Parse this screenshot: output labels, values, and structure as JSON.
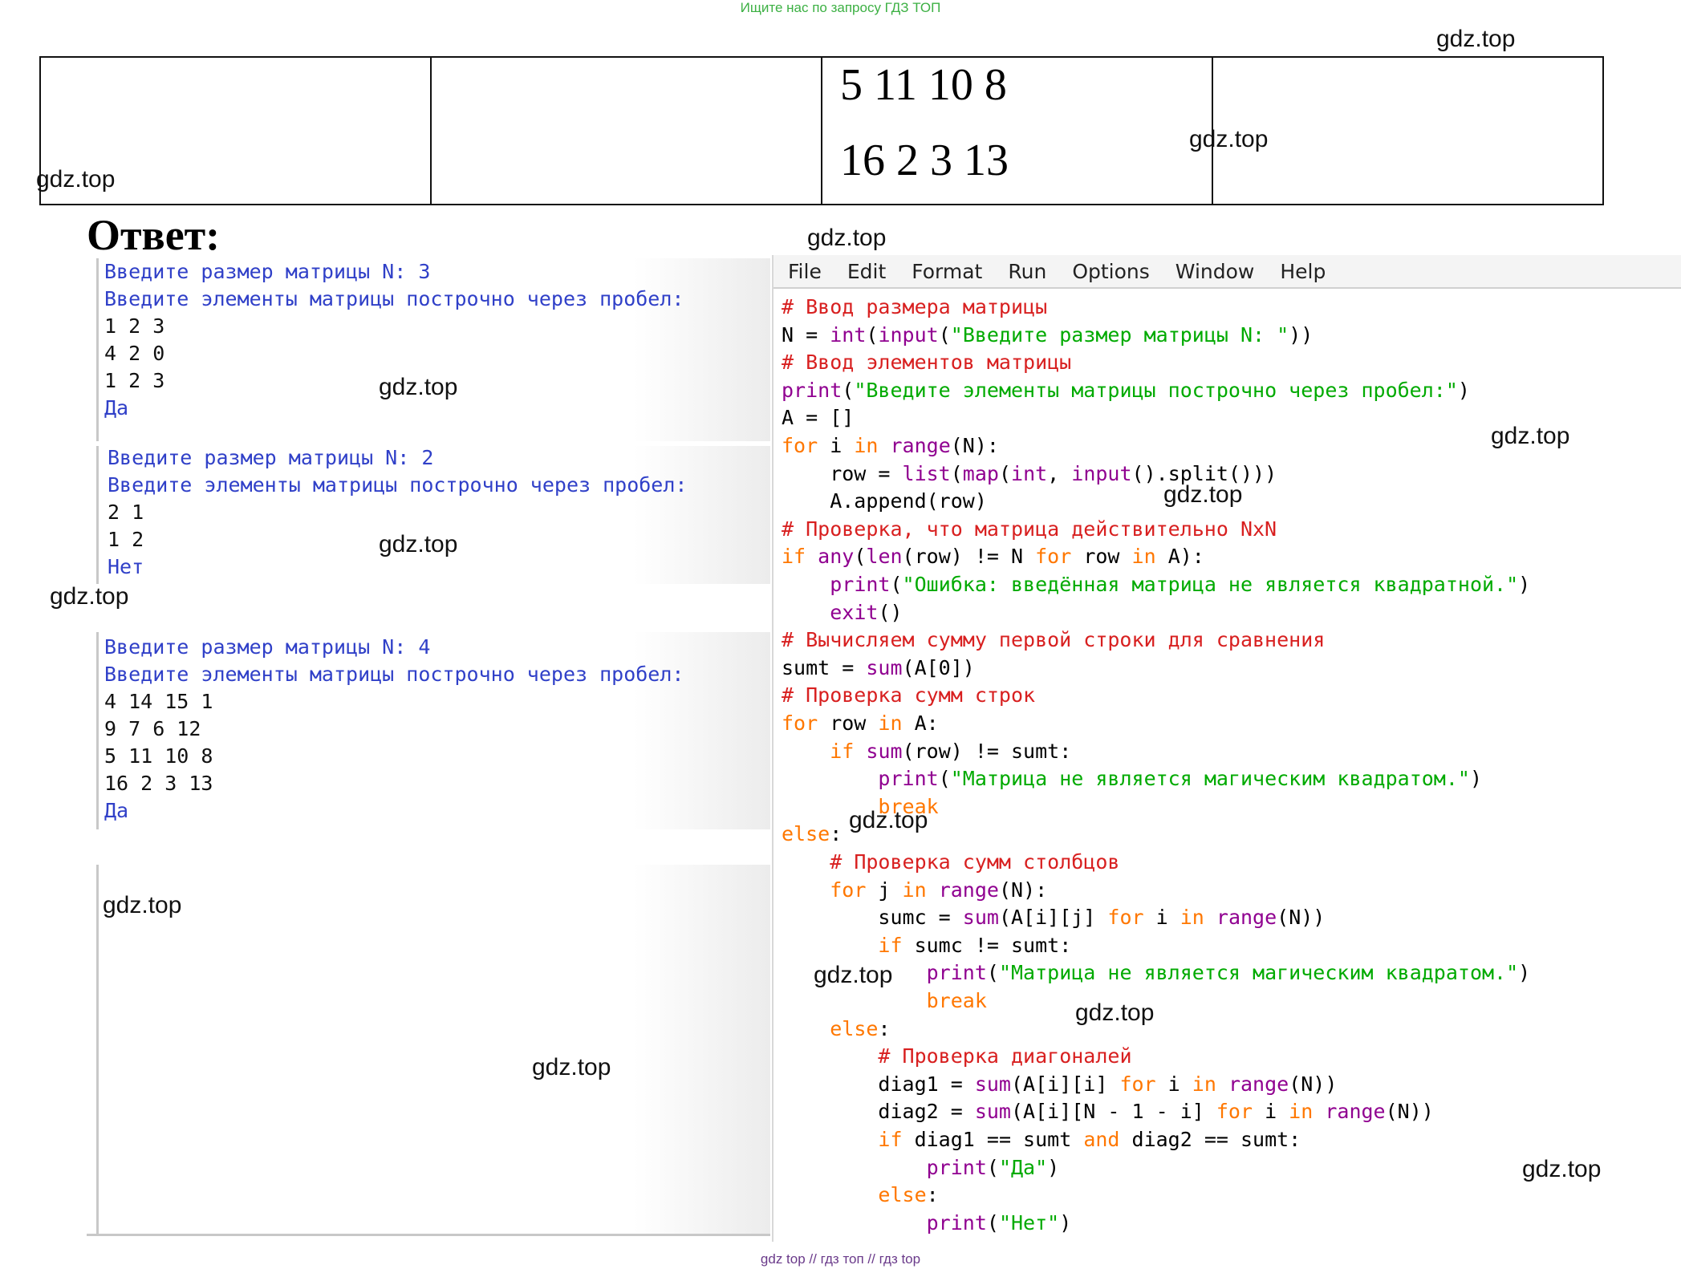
{
  "banner": "Ищите нас по запросу ГДЗ ТОП",
  "footer": "gdz top // гдз топ // гдз top",
  "watermark": "gdz.top",
  "table": {
    "cell3_lines": [
      "5 11 10 8",
      "16 2 3 13"
    ]
  },
  "answer_heading": "Ответ:",
  "shell_runs": [
    {
      "prompt_n": "Введите размер матрицы N: 3",
      "prompt_rows": "Введите элементы матрицы построчно через пробел:",
      "rows": [
        "1 2 3",
        "4 2 0",
        "1 2 3"
      ],
      "result": "Да"
    },
    {
      "prompt_n": "Введите размер матрицы N: 2",
      "prompt_rows": "Введите элементы матрицы построчно через пробел:",
      "rows": [
        "2 1",
        "1 2"
      ],
      "result": "Нет"
    },
    {
      "prompt_n": "Введите размер матрицы N: 4",
      "prompt_rows": "Введите элементы матрицы построчно через пробел:",
      "rows": [
        "4 14 15 1",
        "9 7 6 12",
        "5 11 10 8",
        "16 2 3 13"
      ],
      "result": "Да"
    }
  ],
  "editor": {
    "menu": [
      "File",
      "Edit",
      "Format",
      "Run",
      "Options",
      "Window",
      "Help"
    ],
    "code": [
      [
        [
          "cm",
          "# Ввод размера матрицы"
        ]
      ],
      [
        [
          "df",
          "N = "
        ],
        [
          "bi",
          "int"
        ],
        [
          "df",
          "("
        ],
        [
          "bi",
          "input"
        ],
        [
          "df",
          "("
        ],
        [
          "st",
          "\"Введите размер матрицы N: \""
        ],
        [
          "df",
          "))"
        ]
      ],
      [
        [
          "cm",
          "# Ввод элементов матрицы"
        ]
      ],
      [
        [
          "bi",
          "print"
        ],
        [
          "df",
          "("
        ],
        [
          "st",
          "\"Введите элементы матрицы построчно через пробел:\""
        ],
        [
          "df",
          ")"
        ]
      ],
      [
        [
          "df",
          "A = []"
        ]
      ],
      [
        [
          "kw",
          "for"
        ],
        [
          "df",
          " i "
        ],
        [
          "kw",
          "in"
        ],
        [
          "df",
          " "
        ],
        [
          "bi",
          "range"
        ],
        [
          "df",
          "(N):"
        ]
      ],
      [
        [
          "df",
          "    row = "
        ],
        [
          "bi",
          "list"
        ],
        [
          "df",
          "("
        ],
        [
          "bi",
          "map"
        ],
        [
          "df",
          "("
        ],
        [
          "bi",
          "int"
        ],
        [
          "df",
          ", "
        ],
        [
          "bi",
          "input"
        ],
        [
          "df",
          "().split()))"
        ]
      ],
      [
        [
          "df",
          "    A.append(row)"
        ]
      ],
      [
        [
          "cm",
          "# Проверка, что матрица действительно NxN"
        ]
      ],
      [
        [
          "kw",
          "if"
        ],
        [
          "df",
          " "
        ],
        [
          "bi",
          "any"
        ],
        [
          "df",
          "("
        ],
        [
          "bi",
          "len"
        ],
        [
          "df",
          "(row) != N "
        ],
        [
          "kw",
          "for"
        ],
        [
          "df",
          " row "
        ],
        [
          "kw",
          "in"
        ],
        [
          "df",
          " A):"
        ]
      ],
      [
        [
          "df",
          "    "
        ],
        [
          "bi",
          "print"
        ],
        [
          "df",
          "("
        ],
        [
          "st",
          "\"Ошибка: введённая матрица не является квадратной.\""
        ],
        [
          "df",
          ")"
        ]
      ],
      [
        [
          "df",
          "    "
        ],
        [
          "bi",
          "exit"
        ],
        [
          "df",
          "()"
        ]
      ],
      [
        [
          "cm",
          "# Вычисляем сумму первой строки для сравнения"
        ]
      ],
      [
        [
          "df",
          "sumt = "
        ],
        [
          "bi",
          "sum"
        ],
        [
          "df",
          "(A[0])"
        ]
      ],
      [
        [
          "cm",
          "# Проверка сумм строк"
        ]
      ],
      [
        [
          "kw",
          "for"
        ],
        [
          "df",
          " row "
        ],
        [
          "kw",
          "in"
        ],
        [
          "df",
          " A:"
        ]
      ],
      [
        [
          "df",
          "    "
        ],
        [
          "kw",
          "if"
        ],
        [
          "df",
          " "
        ],
        [
          "bi",
          "sum"
        ],
        [
          "df",
          "(row) != sumt:"
        ]
      ],
      [
        [
          "df",
          "        "
        ],
        [
          "bi",
          "print"
        ],
        [
          "df",
          "("
        ],
        [
          "st",
          "\"Матрица не является магическим квадратом.\""
        ],
        [
          "df",
          ")"
        ]
      ],
      [
        [
          "df",
          "        "
        ],
        [
          "kw",
          "break"
        ]
      ],
      [
        [
          "kw",
          "else"
        ],
        [
          "df",
          ":"
        ]
      ],
      [
        [
          "df",
          "    "
        ],
        [
          "cm",
          "# Проверка сумм столбцов"
        ]
      ],
      [
        [
          "df",
          "    "
        ],
        [
          "kw",
          "for"
        ],
        [
          "df",
          " j "
        ],
        [
          "kw",
          "in"
        ],
        [
          "df",
          " "
        ],
        [
          "bi",
          "range"
        ],
        [
          "df",
          "(N):"
        ]
      ],
      [
        [
          "df",
          "        sumc = "
        ],
        [
          "bi",
          "sum"
        ],
        [
          "df",
          "(A[i][j] "
        ],
        [
          "kw",
          "for"
        ],
        [
          "df",
          " i "
        ],
        [
          "kw",
          "in"
        ],
        [
          "df",
          " "
        ],
        [
          "bi",
          "range"
        ],
        [
          "df",
          "(N))"
        ]
      ],
      [
        [
          "df",
          "        "
        ],
        [
          "kw",
          "if"
        ],
        [
          "df",
          " sumc != sumt:"
        ]
      ],
      [
        [
          "df",
          "            "
        ],
        [
          "bi",
          "print"
        ],
        [
          "df",
          "("
        ],
        [
          "st",
          "\"Матрица не является магическим квадратом.\""
        ],
        [
          "df",
          ")"
        ]
      ],
      [
        [
          "df",
          "            "
        ],
        [
          "kw",
          "break"
        ]
      ],
      [
        [
          "df",
          "    "
        ],
        [
          "kw",
          "else"
        ],
        [
          "df",
          ":"
        ]
      ],
      [
        [
          "df",
          "        "
        ],
        [
          "cm",
          "# Проверка диагоналей"
        ]
      ],
      [
        [
          "df",
          "        diag1 = "
        ],
        [
          "bi",
          "sum"
        ],
        [
          "df",
          "(A[i][i] "
        ],
        [
          "kw",
          "for"
        ],
        [
          "df",
          " i "
        ],
        [
          "kw",
          "in"
        ],
        [
          "df",
          " "
        ],
        [
          "bi",
          "range"
        ],
        [
          "df",
          "(N))"
        ]
      ],
      [
        [
          "df",
          "        diag2 = "
        ],
        [
          "bi",
          "sum"
        ],
        [
          "df",
          "(A[i][N - 1 - i] "
        ],
        [
          "kw",
          "for"
        ],
        [
          "df",
          " i "
        ],
        [
          "kw",
          "in"
        ],
        [
          "df",
          " "
        ],
        [
          "bi",
          "range"
        ],
        [
          "df",
          "(N))"
        ]
      ],
      [
        [
          "df",
          "        "
        ],
        [
          "kw",
          "if"
        ],
        [
          "df",
          " diag1 == sumt "
        ],
        [
          "kw",
          "and"
        ],
        [
          "df",
          " diag2 == sumt:"
        ]
      ],
      [
        [
          "df",
          "            "
        ],
        [
          "bi",
          "print"
        ],
        [
          "df",
          "("
        ],
        [
          "st",
          "\"Да\""
        ],
        [
          "df",
          ")"
        ]
      ],
      [
        [
          "df",
          "        "
        ],
        [
          "kw",
          "else"
        ],
        [
          "df",
          ":"
        ]
      ],
      [
        [
          "df",
          "            "
        ],
        [
          "bi",
          "print"
        ],
        [
          "df",
          "("
        ],
        [
          "st",
          "\"Нет\""
        ],
        [
          "df",
          ")"
        ]
      ]
    ]
  }
}
